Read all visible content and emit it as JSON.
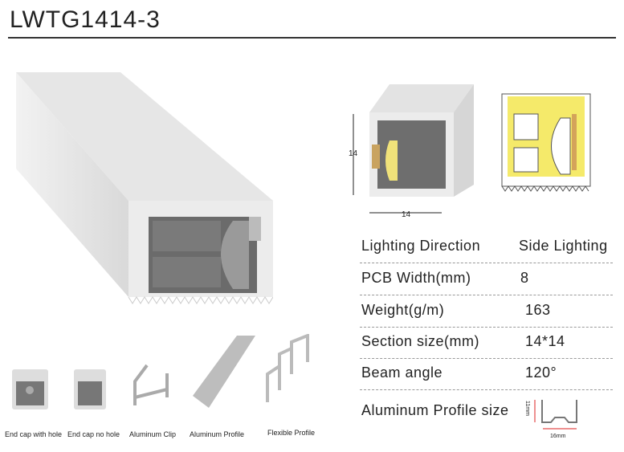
{
  "title": "LWTG1414-3",
  "dimensions": {
    "height": "14",
    "width": "14"
  },
  "specs": [
    {
      "label": "Lighting  Direction",
      "value": "Side Lighting"
    },
    {
      "label": "PCB  Width(mm)",
      "value": "8"
    },
    {
      "label": "Weight(g/m)",
      "value": "163"
    },
    {
      "label": "Section size(mm)",
      "value": "14*14"
    },
    {
      "label": "Beam angle",
      "value": "120°"
    }
  ],
  "profile_size": {
    "label": "Aluminum Profile size",
    "height": "11mm",
    "width": "16mm"
  },
  "accessories": [
    "End cap with hole",
    "End cap no hole",
    "Aluminum Clip",
    "Aluminum Profile",
    "Flexible Profile"
  ],
  "colors": {
    "led": "#f5ea6a",
    "pcb": "#d4a35a",
    "dimension": "#d22"
  }
}
